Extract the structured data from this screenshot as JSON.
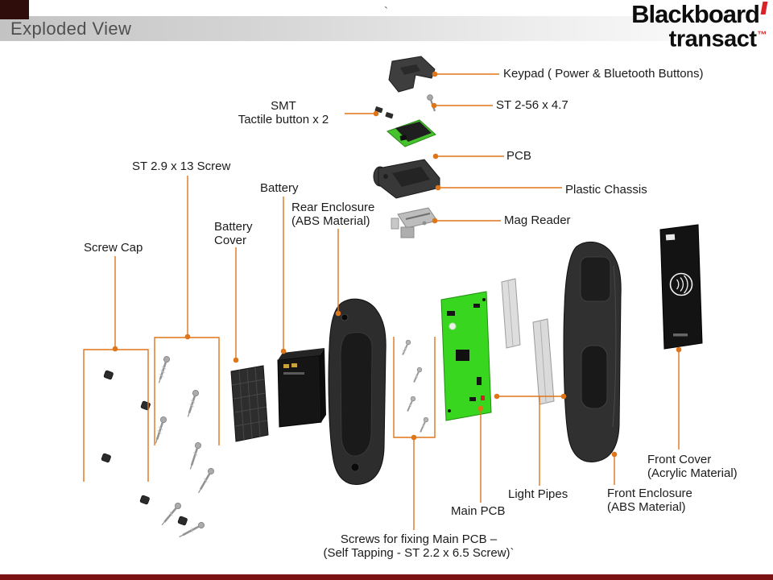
{
  "header": {
    "title": "Exploded View",
    "stray_mark": "`",
    "logo": {
      "line1": "Blackboard",
      "line2": "transact",
      "tm": "™"
    }
  },
  "labels": {
    "keypad": "Keypad ( Power & Bluetooth Buttons)",
    "st_2_56_screw": "ST 2-56 x 4.7",
    "smt_line1": "SMT",
    "smt_line2": "Tactile button x 2",
    "pcb": "PCB",
    "st_2_9_13_screw": "ST 2.9 x 13 Screw",
    "battery": "Battery",
    "plastic_chassis": "Plastic Chassis",
    "rear_enclosure_line1": "Rear Enclosure",
    "rear_enclosure_line2": "(ABS Material)",
    "mag_reader": "Mag Reader",
    "battery_cover_line1": "Battery",
    "battery_cover_line2": "Cover",
    "screw_cap": "Screw Cap",
    "front_cover_line1": "Front Cover",
    "front_cover_line2": "(Acrylic Material)",
    "light_pipes": "Light Pipes",
    "front_enclosure_line1": "Front Enclosure",
    "front_enclosure_line2": "(ABS Material)",
    "main_pcb": "Main PCB",
    "screws_fixing_line1": "Screws for fixing  Main PCB –",
    "screws_fixing_line2": "(Self Tapping - ST 2.2 x 6.5 Screw)`"
  },
  "colors": {
    "leader_line": "#DF7519",
    "footer_bar": "#7B1214",
    "corner_block": "#2E0D0B",
    "logo_red": "#D8232A",
    "pcb_green": "#38D61F"
  },
  "icons": {
    "contactless": "contactless-waves-icon",
    "logo_mark": "red-ribbon-mark-icon"
  }
}
